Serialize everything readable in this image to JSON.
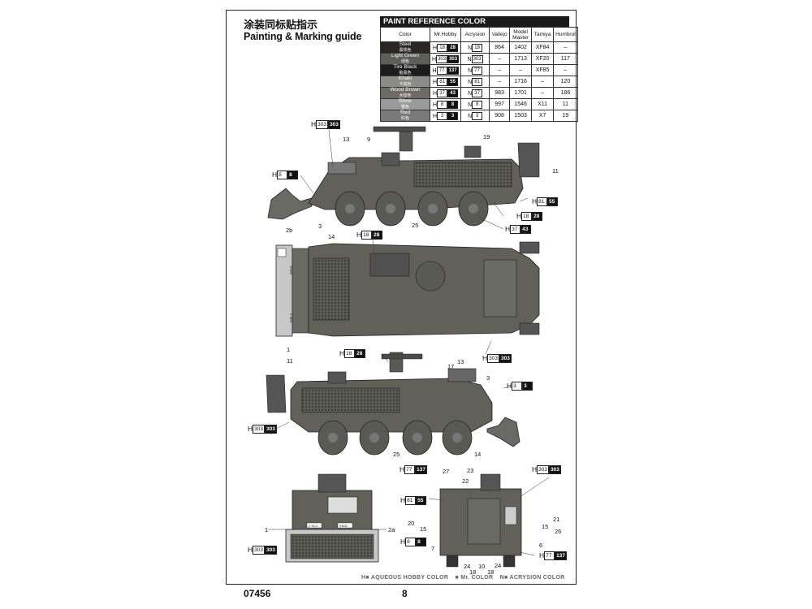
{
  "header": {
    "title_cn": "涂装同标贴指示",
    "title_en": "Painting & Marking guide"
  },
  "reference": {
    "title": "PAINT REFERENCE COLOR",
    "columns": [
      "Color",
      "Mr.Hobby",
      "Acrysion",
      "Vallejo",
      "Model Master",
      "Tamiya",
      "Humbrol"
    ],
    "rows": [
      {
        "name": "Steel",
        "name_cn": "黑铁色",
        "swatch": "#2b2624",
        "h1": "18",
        "h2": "28",
        "n": "18",
        "vallejo": "864",
        "mm": "1402",
        "tamiya": "XF84",
        "humbrol": "–"
      },
      {
        "name": "Light Green",
        "name_cn": "绿色",
        "swatch": "#5e5e58",
        "h1": "303",
        "h2": "303",
        "n": "303",
        "vallejo": "–",
        "mm": "1713",
        "tamiya": "XF20",
        "humbrol": "117"
      },
      {
        "name": "Tire Black",
        "name_cn": "胎黑色",
        "swatch": "#1c1c1c",
        "h1": "77",
        "h2": "137",
        "n": "77",
        "vallejo": "–",
        "mm": "–",
        "tamiya": "XF85",
        "humbrol": "–"
      },
      {
        "name": "Khaki",
        "name_cn": "卡其色",
        "swatch": "#8c8c86",
        "h1": "81",
        "h2": "55",
        "n": "81",
        "vallejo": "–",
        "mm": "1716",
        "tamiya": "–",
        "humbrol": "120"
      },
      {
        "name": "Wood Brown",
        "name_cn": "木棕色",
        "swatch": "#6e6a66",
        "h1": "37",
        "h2": "43",
        "n": "37",
        "vallejo": "983",
        "mm": "1701",
        "tamiya": "–",
        "humbrol": "186"
      },
      {
        "name": "Silver",
        "name_cn": "银色",
        "swatch": "#9a9a9a",
        "h1": "8",
        "h2": "8",
        "n": "8",
        "vallejo": "997",
        "mm": "1546",
        "tamiya": "X11",
        "humbrol": "11"
      },
      {
        "name": "Red",
        "name_cn": "红色",
        "swatch": "#7a7a7a",
        "h1": "3",
        "h2": "3",
        "n": "3",
        "vallejo": "908",
        "mm": "1503",
        "tamiya": "X7",
        "humbrol": "19"
      }
    ]
  },
  "labels": {
    "h_prefix": "H",
    "side1": [
      {
        "id": "a",
        "v1": "303",
        "v2": "303"
      },
      {
        "id": "b",
        "v1": "8",
        "v2": "8"
      },
      {
        "id": "c",
        "v1": "81",
        "v2": "55"
      },
      {
        "id": "d",
        "v1": "18",
        "v2": "28"
      },
      {
        "id": "e",
        "v1": "37",
        "v2": "43"
      }
    ],
    "top": [
      {
        "id": "a",
        "v1": "18",
        "v2": "28"
      },
      {
        "id": "b",
        "v1": "303",
        "v2": "303"
      }
    ],
    "side2": [
      {
        "id": "a",
        "v1": "18",
        "v2": "28"
      },
      {
        "id": "b",
        "v1": "3",
        "v2": "3"
      },
      {
        "id": "c",
        "v1": "303",
        "v2": "303"
      },
      {
        "id": "d",
        "v1": "77",
        "v2": "137"
      }
    ],
    "views": [
      {
        "id": "a",
        "v1": "303",
        "v2": "303"
      },
      {
        "id": "b",
        "v1": "81",
        "v2": "55"
      },
      {
        "id": "c",
        "v1": "8",
        "v2": "8"
      },
      {
        "id": "d",
        "v1": "303",
        "v2": "303"
      },
      {
        "id": "e",
        "v1": "77",
        "v2": "137"
      }
    ]
  },
  "callouts": {
    "s1_13": "13",
    "s1_9": "9",
    "s1_19": "19",
    "s1_11": "11",
    "s1_3": "3",
    "s1_14": "14",
    "s1_25": "25",
    "t_2b": "2b",
    "t_1": "1",
    "s2_11": "11",
    "s2_17": "17",
    "s2_13": "13",
    "s2_3": "3",
    "s2_25": "25",
    "s2_14": "14",
    "f_1": "1",
    "f_2a": "2a",
    "r_27": "27",
    "r_23": "23",
    "r_22": "22",
    "r_20": "20",
    "r_15a": "15",
    "r_7": "7",
    "r_21": "21",
    "r_15b": "15",
    "r_26": "26",
    "r_6": "6",
    "r_24a": "24",
    "r_18a": "18",
    "r_10": "10",
    "r_24b": "24",
    "r_18b": "18"
  },
  "markings": {
    "bumper_left": "2 SCX",
    "bumper_right": "EN32",
    "plate_top": "EN32",
    "plate_bottom": "2 SCX"
  },
  "legend": {
    "aqueous": "H■ AQUEOUS HOBBY COLOR",
    "mr": "■ Mr. COLOR",
    "acrysion": "N■ ACRYSION COLOR"
  },
  "footer": {
    "code": "07456",
    "page": "8"
  }
}
